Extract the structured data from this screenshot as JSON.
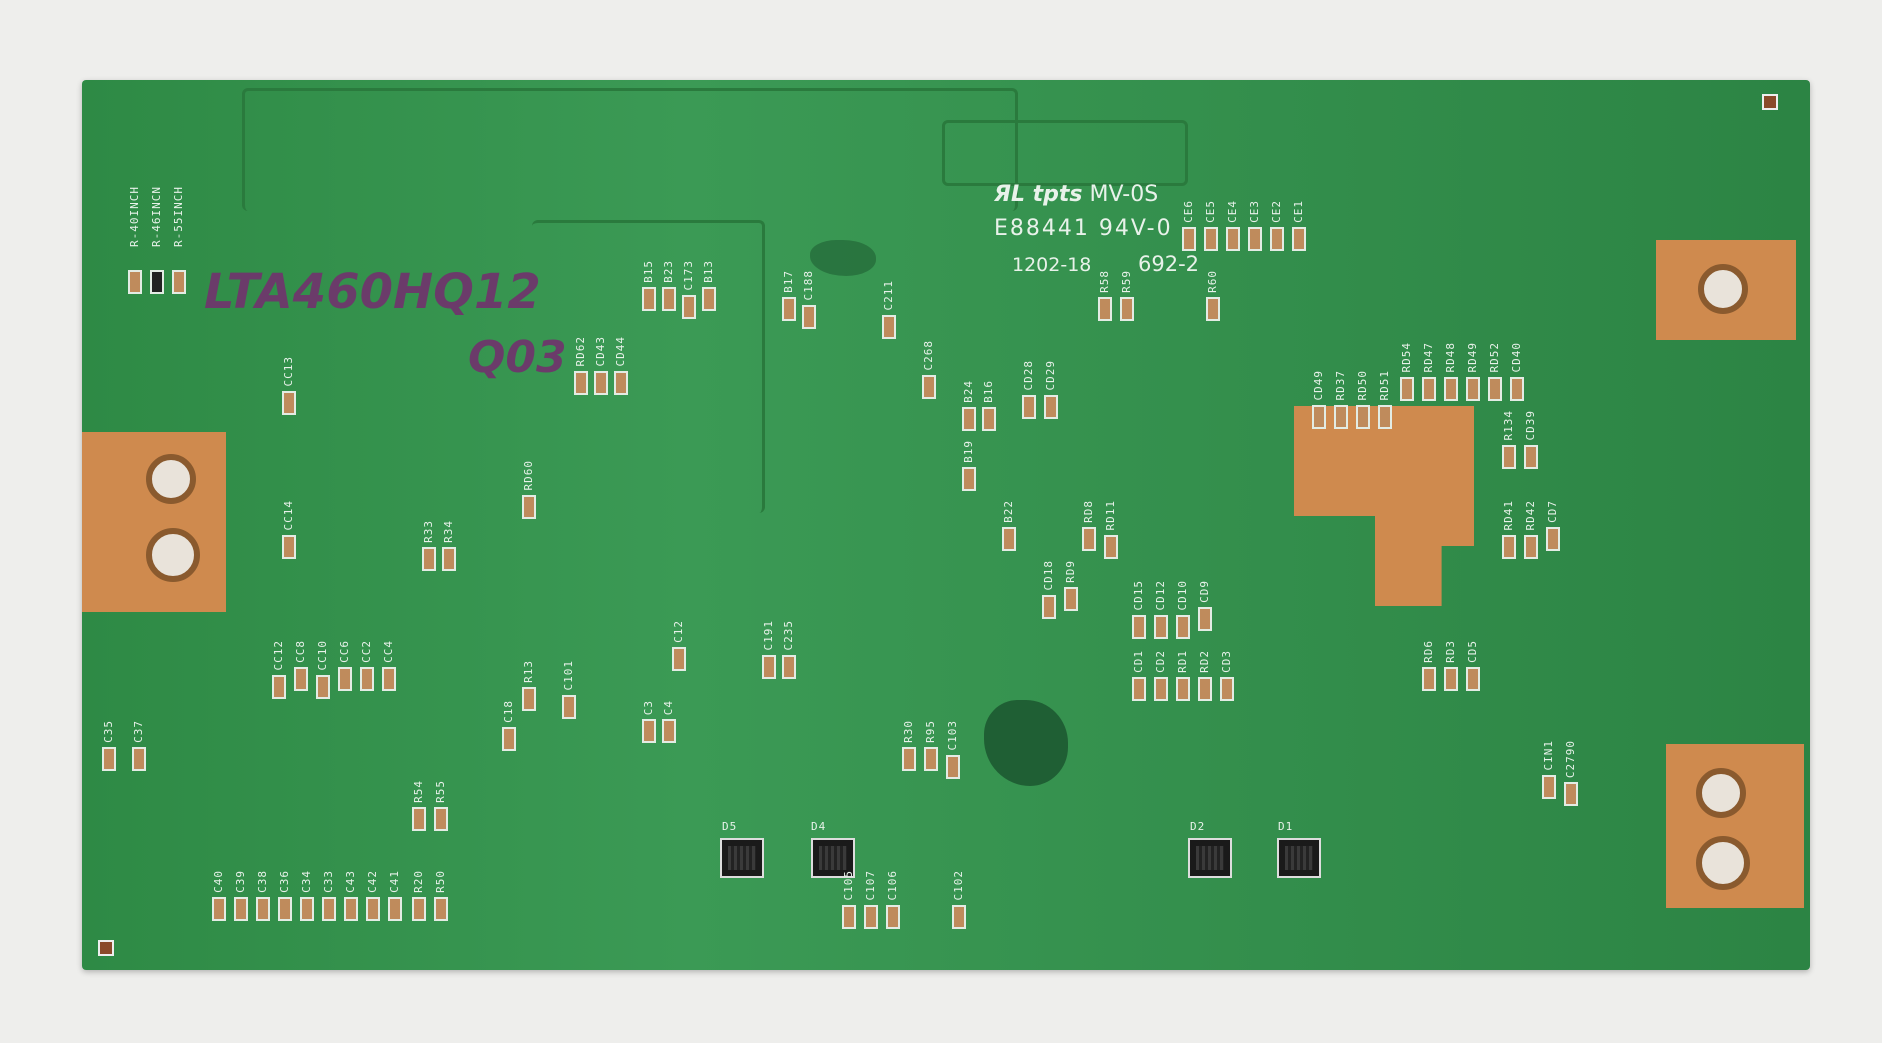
{
  "board": {
    "colors": {
      "solder_mask": "#35914e",
      "copper": "#cf8a4e",
      "silkscreen": "#e8f2ea",
      "marker": "#6b3b6a"
    },
    "handwritten": {
      "model": "LTA460HQ12",
      "revision": "Q03"
    },
    "manufacturer_marking": {
      "line1_logo": "tpts",
      "line1": "MV-0S",
      "line2": "E88441 94V-0",
      "date_code": "1202-18",
      "code": "692-2"
    },
    "size_options": [
      "R-40INCH",
      "R-46INCN",
      "R-55INCH"
    ],
    "chips": [
      "D5",
      "D4",
      "D2",
      "D1"
    ],
    "labels": [
      "CC13",
      "CC14",
      "RD62",
      "CD43",
      "CD44",
      "RD60",
      "R33",
      "R34",
      "B15",
      "B23",
      "C173",
      "B13",
      "B17",
      "C188",
      "C211",
      "C268",
      "B24",
      "B16",
      "B19",
      "B22",
      "CE6",
      "CE5",
      "CE4",
      "CE3",
      "CE2",
      "CE1",
      "R58",
      "R59",
      "R60",
      "CD28",
      "CD29",
      "CD49",
      "RD37",
      "RD50",
      "RD51",
      "RD54",
      "RD47",
      "RD48",
      "RD49",
      "RD52",
      "CD40",
      "R134",
      "CD39",
      "RD8",
      "RD11",
      "CD18",
      "RD9",
      "CD15",
      "CD12",
      "CD10",
      "CD9",
      "CD1",
      "CD2",
      "RD1",
      "RD2",
      "CD3",
      "CIN1",
      "C2790",
      "C35",
      "C37",
      "C18",
      "R13",
      "C101",
      "C3",
      "C4",
      "R30",
      "R95",
      "C103",
      "C105",
      "C107",
      "C106",
      "C102",
      "R54",
      "R55",
      "R20",
      "R50",
      "C40",
      "C39",
      "C38",
      "C36",
      "C34",
      "C33",
      "C43",
      "C42",
      "C41",
      "CC12",
      "CC8",
      "CC10",
      "CC6",
      "CC2",
      "CC4",
      "C191",
      "C235",
      "C12",
      "RD41",
      "RD42",
      "CD7",
      "RD6",
      "RD3",
      "CD5"
    ]
  }
}
